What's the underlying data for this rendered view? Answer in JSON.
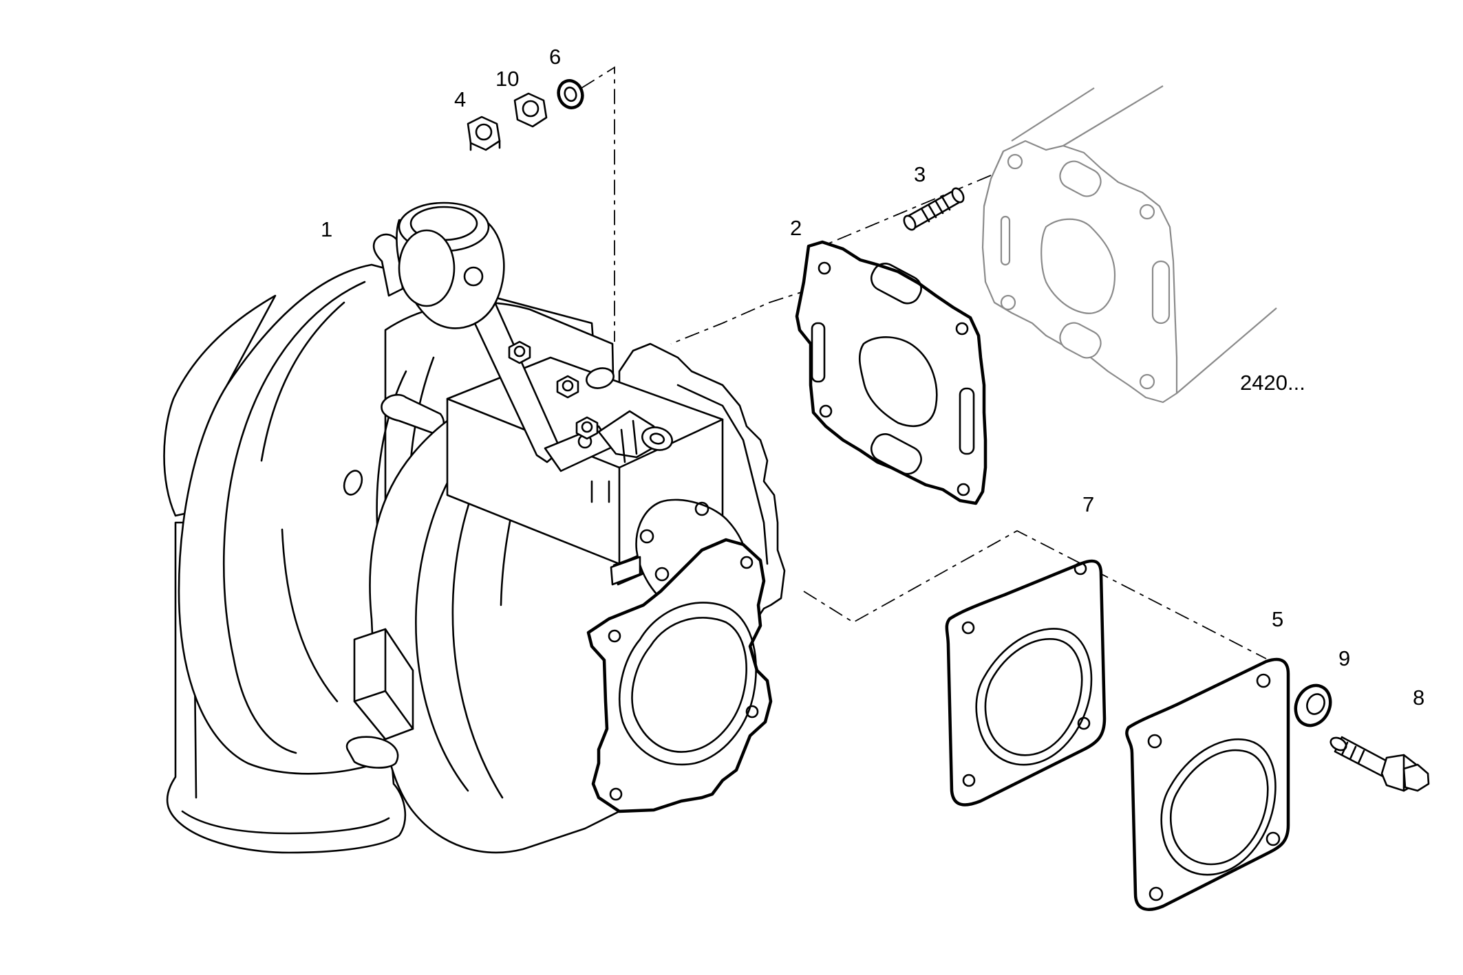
{
  "labels": {
    "p1": "1",
    "p2": "2",
    "p3": "3",
    "p4": "4",
    "p5": "5",
    "p6": "6",
    "p7": "7",
    "p8": "8",
    "p9": "9",
    "p10": "10",
    "ref": "2420..."
  }
}
